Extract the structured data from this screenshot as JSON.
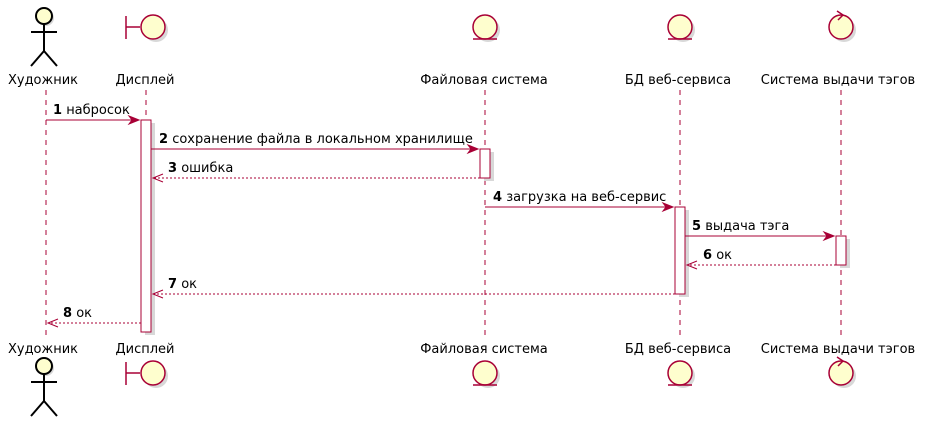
{
  "participants": [
    {
      "id": "artist",
      "name": "Художник",
      "kind": "actor"
    },
    {
      "id": "display",
      "name": "Дисплей",
      "kind": "boundary"
    },
    {
      "id": "fs",
      "name": "Файловая система",
      "kind": "entity"
    },
    {
      "id": "db",
      "name": "БД веб-сервиса",
      "kind": "entity"
    },
    {
      "id": "tags",
      "name": "Система выдачи тэгов",
      "kind": "control"
    }
  ],
  "messages": [
    {
      "n": "1",
      "text": "набросок",
      "from": "artist",
      "to": "display",
      "style": "solid"
    },
    {
      "n": "2",
      "text": "сохранение файла в локальном хранилище",
      "from": "display",
      "to": "fs",
      "style": "solid"
    },
    {
      "n": "3",
      "text": "ошибка",
      "from": "fs",
      "to": "display",
      "style": "dashed"
    },
    {
      "n": "4",
      "text": "загрузка на веб-сервис",
      "from": "fs",
      "to": "db",
      "style": "solid"
    },
    {
      "n": "5",
      "text": "выдача тэга",
      "from": "db",
      "to": "tags",
      "style": "solid"
    },
    {
      "n": "6",
      "text": "ок",
      "from": "tags",
      "to": "db",
      "style": "dashed"
    },
    {
      "n": "7",
      "text": "ок",
      "from": "db",
      "to": "display",
      "style": "dashed"
    },
    {
      "n": "8",
      "text": "ок",
      "from": "display",
      "to": "artist",
      "style": "dashed"
    }
  ],
  "colors": {
    "line": "#A80036",
    "fill": "#FEFECE",
    "text": "#000000"
  }
}
